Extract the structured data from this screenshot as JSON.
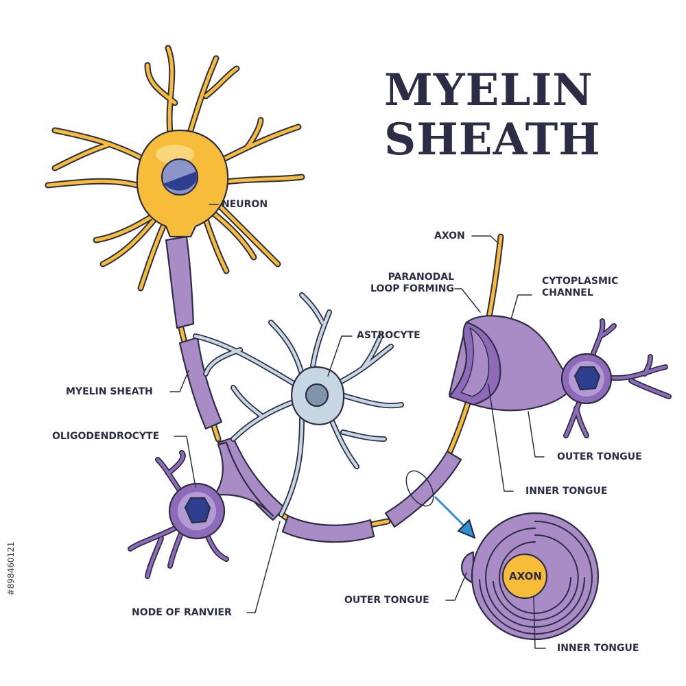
{
  "title": {
    "line1": "MYELIN",
    "line2": "SHEATH"
  },
  "labels": {
    "neuron": "NEURON",
    "axon": "AXON",
    "paranodal_1": "PARANODAL",
    "paranodal_2": "LOOP FORMING",
    "cytoplasmic_1": "CYTOPLASMIC",
    "cytoplasmic_2": "CHANNEL",
    "astrocyte": "ASTROCYTE",
    "myelin_sheath": "MYELIN SHEATH",
    "oligodendrocyte": "OLIGODENDROCYTE",
    "outer_tongue_top": "OUTER TONGUE",
    "inner_tongue_top": "INNER TONGUE",
    "node_of_ranvier": "NODE OF RANVIER",
    "axon_cross_section": "AXON",
    "outer_tongue_bottom": "OUTER TONGUE",
    "inner_tongue_bottom": "INNER TONGUE"
  },
  "stock_id": "#898460121",
  "colors": {
    "ink": "#2b2d44",
    "neuron_yellow": "#f7bd3a",
    "myelin_purple": "#a98bc6",
    "oligo_purple": "#8e6bb8",
    "nucleus_blue": "#2e3f8f",
    "astrocyte_blue": "#c7d6e3",
    "arrow_blue": "#2f8fd0"
  }
}
